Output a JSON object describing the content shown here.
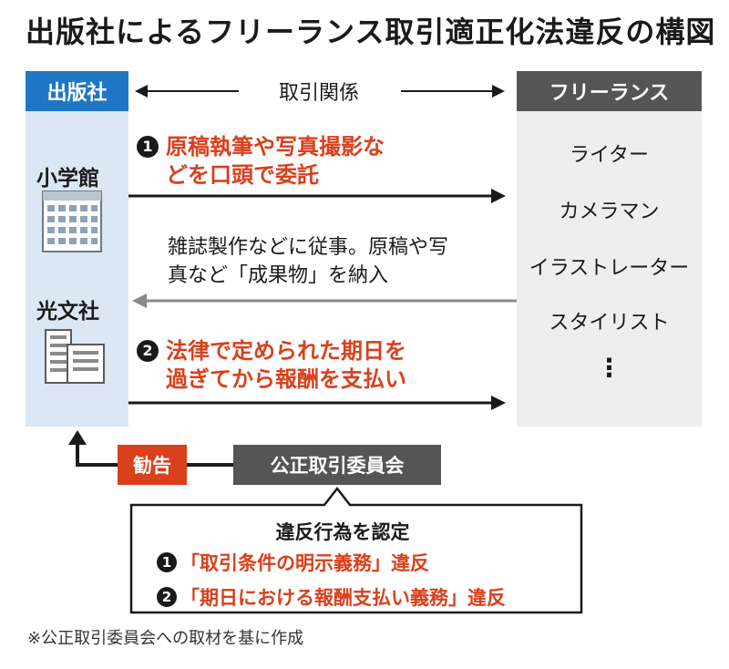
{
  "title": "出版社によるフリーランス取引適正化法違反の構図",
  "publisher_column": {
    "header": "出版社",
    "publishers": [
      "小学館",
      "光文社"
    ]
  },
  "freelance_column": {
    "header": "フリーランス",
    "roles": [
      "ライター",
      "カメラマン",
      "イラストレーター",
      "スタイリスト",
      "⋮"
    ]
  },
  "relation_label": "取引関係",
  "steps": [
    {
      "number": "1",
      "line1": "原稿執筆や写真撮影な",
      "line2": "どを口頭で委託"
    },
    {
      "number": "2",
      "line1": "法律で定められた期日を",
      "line2": "過ぎてから報酬を支払い"
    }
  ],
  "delivery": {
    "line1": "雑誌製作などに従事。原稿や写",
    "line2": "真など「成果物」を納入"
  },
  "advice_label": "勧告",
  "ftc_label": "公正取引委員会",
  "finding": {
    "title": "違反行為を認定",
    "items": [
      {
        "number": "1",
        "text": "「取引条件の明示義務」違反"
      },
      {
        "number": "2",
        "text": "「期日における報酬支払い義務」違反"
      }
    ]
  },
  "footnote": "※公正取引委員会への取材を基に作成",
  "colors": {
    "publisher_blue": "#1f77c4",
    "publisher_bg": "#dbe7f4",
    "freelance_gray": "#555555",
    "freelance_bg": "#eeeeee",
    "accent_red": "#d9401c",
    "return_arrow_gray": "#8a8a8a"
  }
}
